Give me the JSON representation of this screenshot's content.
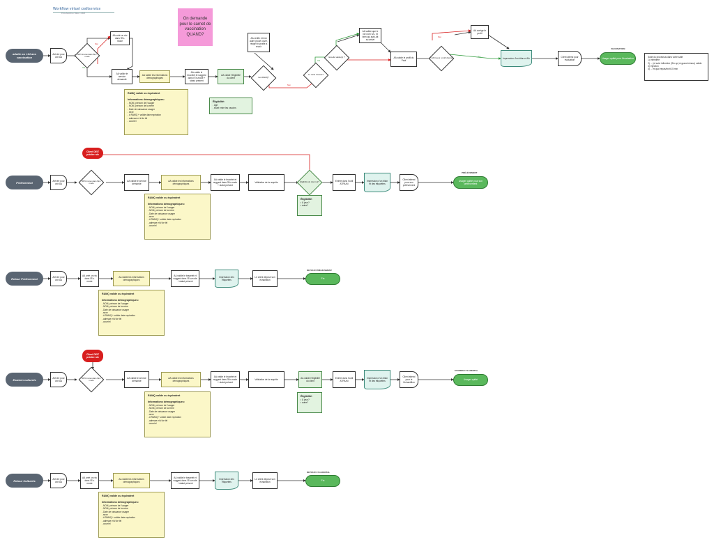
{
  "header": {
    "title": "Workflow virtuel craftservice",
    "subtitle": "Porte Advertia • Valeur • 2024"
  },
  "sticky": "On demande pour le carnet de vaccination QUAND?",
  "lanes": {
    "vaccination": {
      "pill": "adulte ou >14 ans vaccination",
      "arrive": "Arrivée pour voir AA",
      "d1": "RDV trouvé dans l'En-mode",
      "aa_rdv": "AA créé un rdv dans l'En-mode",
      "aa_valide": "AA valide le service demandé",
      "aa_demo": "AA valide les informations démographiques",
      "aa_bracelet": "AA valide le bracelet et suggest dans l'En-mode + statut présent",
      "aa_elig": "AA valide l'éligibilité du client",
      "d2": "Les RAMQ?",
      "aa_carte": "AA vérifie s'il est autre procé ouvre, rêvge fin profile à revoir",
      "d3": "Le carte trouvée?",
      "d4": "Est-elle valide(s) ?",
      "aa_voir": "AA valide que le rdv nom S/L, et bien qui auto-dit au arrivé",
      "aa_paf": "AA valide le profil du Paof",
      "d5": "Profil trouvé / profil d'accès",
      "aa_corrige": "AA corrige le profil",
      "impression": "Impression d'un bilan et AA",
      "client_attend": "Client attend pour évaluation",
      "terminal_label": "VACCINATION",
      "terminal": "Usager quitté pour l'évaluation",
      "yes": "Oui",
      "no": "Non",
      "list": {
        "title": "Suite du processus dans votre salle",
        "items": [
          "1) Infirmière",
          "2) ... (et suivi infirmière (Sin up) si grand mineur) valide",
          "3) Injection",
          "4) ... et quoi repas/écrit 15 min"
        ]
      },
      "ramq": {
        "title": "RAMQ valide ou équivalent",
        "subtitle": "Informations démographiques:",
        "items": [
          "- NOM, prénom de l'usager",
          "- NOM, prénom de la mère",
          "- Date de naissance usager",
          "- sexe",
          "- # RAMQ + valide date expiration",
          "- adresse et # de tél",
          "- courriel"
        ]
      },
      "elig": {
        "title": "Éligibilité:",
        "items": [
          "- âge",
          "- écart entre les vaccins"
        ]
      }
    },
    "prelevement": {
      "pill": "Prélèvement",
      "red": "Client DEIT prédire rdv",
      "arrive": "Arrivée pour voir AA",
      "d1": "RDV trouvé dans l'En-mode",
      "aa_valide": "AA valide le service demandé",
      "aa_demo": "AA valide les informations démographiques",
      "aa_bracelet": "AA valide le bracelet et suggest dans l'En-mode + statut présent",
      "requete": "Validation de la requête",
      "d2": "Éligibilité du client ok?",
      "entree": "Entrée dans l'outil ATRIUM",
      "impression": "Impression d'un bilan et des étiquettes",
      "client_attend": "Client attend pour son prélèvement",
      "terminal_label": "PRÉLÈVEMENT",
      "terminal": "Usager quitté pour son prélèvement",
      "ramq": {
        "title": "RAMQ valide ou équivalent",
        "subtitle": "Informations démographiques:",
        "items": [
          "- NOM, prénom de l'usager",
          "- NOM, prénom de la mère",
          "- Date de naissance usager",
          "- sexe",
          "- # RAMQ + valide date expiration",
          "- adresse et # de tél",
          "- courriel"
        ]
      },
      "elig": {
        "title": "Éligibilité:",
        "items": [
          "• À jeun?",
          "• autre?"
        ]
      }
    },
    "retour_prelevement": {
      "pill": "Retour Prélèvement",
      "arrive": "Arrivée pour voir AA",
      "aa_rdv": "AA créé un rdv dans l'En-mode",
      "aa_demo": "AA valide les informations démographiques",
      "aa_bracelet": "AA valide le bracelet et suggest dans l'En-mode + statut présent",
      "impression": "Impression des étiquettes",
      "client_depose": "Le client dépose son échantillon",
      "terminal_label": "RETOUR PRÉLÈVEMENT",
      "terminal": "Fin",
      "ramq": {
        "title": "RAMQ valide ou équivalent",
        "subtitle": "Informations démographiques:",
        "items": [
          "- NOM, prénom de l'usager",
          "- NOM, prénom de la mère",
          "- Date de naissance usager",
          "- sexe",
          "- # RAMQ + valide date expiration",
          "- adresse et # de tél",
          "- courriel"
        ]
      }
    },
    "examen": {
      "pill": "Examen culturels",
      "red": "Client DEIT prédire rdv",
      "arrive": "Arrivée pour voir AA",
      "d1": "RDV trouvé dans l'En-mode",
      "aa_valide": "AA valide le service demandé",
      "aa_demo": "AA valide les informations démographiques",
      "aa_bracelet": "AA valide le bracelet et suggest dans l'En-mode + statut présent",
      "requete": "Validation de la requête",
      "aa_elig": "AA valide l'éligibilité du client",
      "entree": "Entrée dans l'outil ATRIUM",
      "impression": "Impression d'un bilan et des étiquettes",
      "client_attend": "Client attend pour le l'échantillon",
      "terminal_label": "EXAMEN CYLI-RENTAL",
      "terminal": "Usager quitté",
      "ramq": {
        "title": "RAMQ valide ou équivalent",
        "subtitle": "Informations démographiques:",
        "items": [
          "- NOM, prénom de l'usager",
          "- NOM, prénom de la mère",
          "- Date de naissance usager",
          "- sexe",
          "- # RAMQ + valide date expiration",
          "- adresse et # de tél",
          "- courriel"
        ]
      },
      "elig": {
        "title": "Éligibilité:",
        "items": [
          "• À jeun?",
          "• autre?"
        ]
      }
    },
    "retour_culturel": {
      "pill": "Retour Culturels",
      "arrive": "Arrivée pour voir AA",
      "aa_rdv": "AA créé un rdv dans l'En-mode",
      "aa_demo": "AA valide les informations démographiques",
      "aa_bracelet": "AA valide le bracelet et suggest dans l'En-mode + statut présent",
      "impression": "Impression des étiquettes",
      "client_depose": "Le client dépose son échantillon",
      "terminal_label": "RETOUR CYLI-RENTAL",
      "terminal": "Fin",
      "ramq": {
        "title": "RAMQ valide ou équivalent",
        "subtitle": "Informations démographiques:",
        "items": [
          "- NOM, prénom de l'usager",
          "- NOM, prénom de la mère",
          "- Date de naissance usager",
          "- sexe",
          "- # RAMQ + valide date expiration",
          "- adresse et # de tél",
          "- courriel"
        ]
      }
    }
  },
  "colors": {
    "pill": "#5a6572",
    "terminal": "#5ab85c",
    "red": "#d81e1e",
    "note": "#fbf7c8",
    "green": "#e2f3e0",
    "pink": "#f59ad9",
    "line_yes": "#2e9a3a",
    "line_no": "#d81e1e"
  }
}
